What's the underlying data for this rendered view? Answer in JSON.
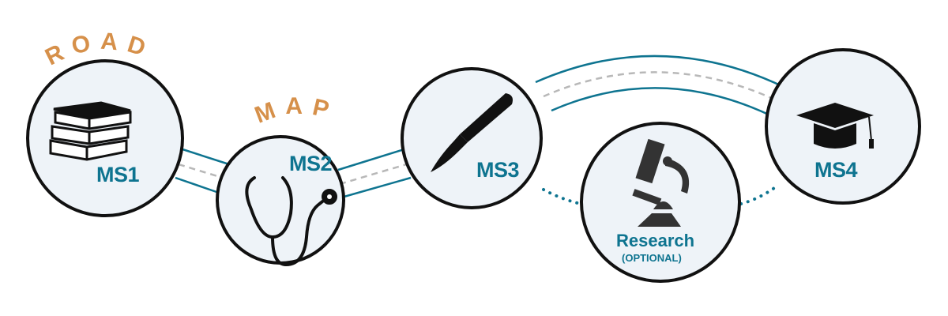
{
  "title_words": [
    "ROAD",
    "MAP"
  ],
  "title_letters": {
    "road": [
      "R",
      "O",
      "A",
      "D"
    ],
    "map": [
      "M",
      "A",
      "P"
    ]
  },
  "stages": [
    {
      "label": "MS1",
      "icon": "books-icon"
    },
    {
      "label": "MS2",
      "icon": "stethoscope-icon"
    },
    {
      "label": "MS3",
      "icon": "scalpel-icon"
    },
    {
      "label": "Research",
      "sublabel": "(OPTIONAL)",
      "icon": "microscope-icon"
    },
    {
      "label": "MS4",
      "icon": "graduation-cap-icon"
    }
  ],
  "colors": {
    "teal": "#0e7490",
    "orange": "#d6904a",
    "circle_fill": "#eef3f8",
    "outline": "#111111",
    "dash": "#b8b8b8"
  }
}
